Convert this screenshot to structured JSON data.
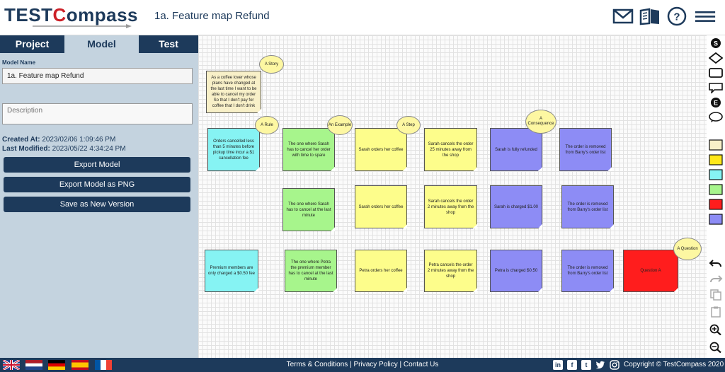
{
  "header": {
    "logo_text_1": "TEST",
    "logo_text_c": "C",
    "logo_text_2": "ompass",
    "title": "1a. Feature map Refund",
    "icons": [
      "mail-icon",
      "book-icon",
      "help-icon",
      "menu-icon"
    ]
  },
  "left_panel": {
    "tabs": [
      {
        "label": "Project",
        "active": false
      },
      {
        "label": "Model",
        "active": true
      },
      {
        "label": "Test",
        "active": false
      }
    ],
    "model_name_label": "Model Name",
    "model_name_value": "1a. Feature map Refund",
    "description_placeholder": "Description",
    "created_label": "Created At:",
    "created_value": "2023/02/06 1:09:46 PM",
    "modified_label": "Last Modified:",
    "modified_value": "2023/05/22 4:34:24 PM",
    "buttons": {
      "export": "Export Model",
      "export_png": "Export Model as PNG",
      "save_version": "Save as New Version"
    }
  },
  "canvas": {
    "story": "As a coffee lover whose plans have changed at the last time I want to be able to cancel my order So that I don't pay for coffee that I don't drink",
    "bubbles": {
      "story": "A Story",
      "rule": "A Rule",
      "example": "An Example",
      "step": "A Step",
      "consequence": "A Consequence",
      "question": "A Question"
    },
    "rows": [
      {
        "rule": "Orders cancelled less than 5 minutes before pickup time incur a $1 cancellation fee",
        "example": "The one where Sarah has to cancel her order with time to spare",
        "step1": "Sarah orders her coffee",
        "step2": "Sarah cancels the order 25 minutes away from the shop",
        "cons1": "Sarah is fully refunded",
        "cons2": "The order is removed from Barry's order list"
      },
      {
        "example": "The one where Sarah has to cancel at the last minute",
        "step1": "Sarah orders her coffee",
        "step2": "Sarah cancels the order 2 minutes away from the shop",
        "cons1": "Sarah is charged $1.00",
        "cons2": "The order is removed from Barry's order list"
      },
      {
        "rule": "Premium members are only charged a $0.50 fee",
        "example": "The one where Petra the premium member has to cancel at the last minute",
        "step1": "Petra orders her coffee",
        "step2": "Petra cancels the order 2 minutes away from the shop",
        "cons1": "Petra is charged $0.50",
        "cons2": "The order is removed from Barry's order list",
        "question": "Question A"
      }
    ]
  },
  "right_toolbar": {
    "s_label": "S",
    "e_label": "E",
    "colors": [
      "#f8f0c8",
      "#ffe81a",
      "#86f3f3",
      "#a7f58c",
      "#ff1d1d",
      "#8d8cf5"
    ]
  },
  "footer": {
    "flags": [
      "uk-flag",
      "nl-flag",
      "de-flag",
      "es-flag",
      "fr-flag"
    ],
    "terms": "Terms & Conditions",
    "privacy": "Privacy Policy",
    "contact": "Contact Us",
    "sep": "|",
    "social": [
      "in",
      "f",
      "t",
      "tw",
      "ig"
    ],
    "copyright": "Copyright © TestCompass 2020"
  }
}
